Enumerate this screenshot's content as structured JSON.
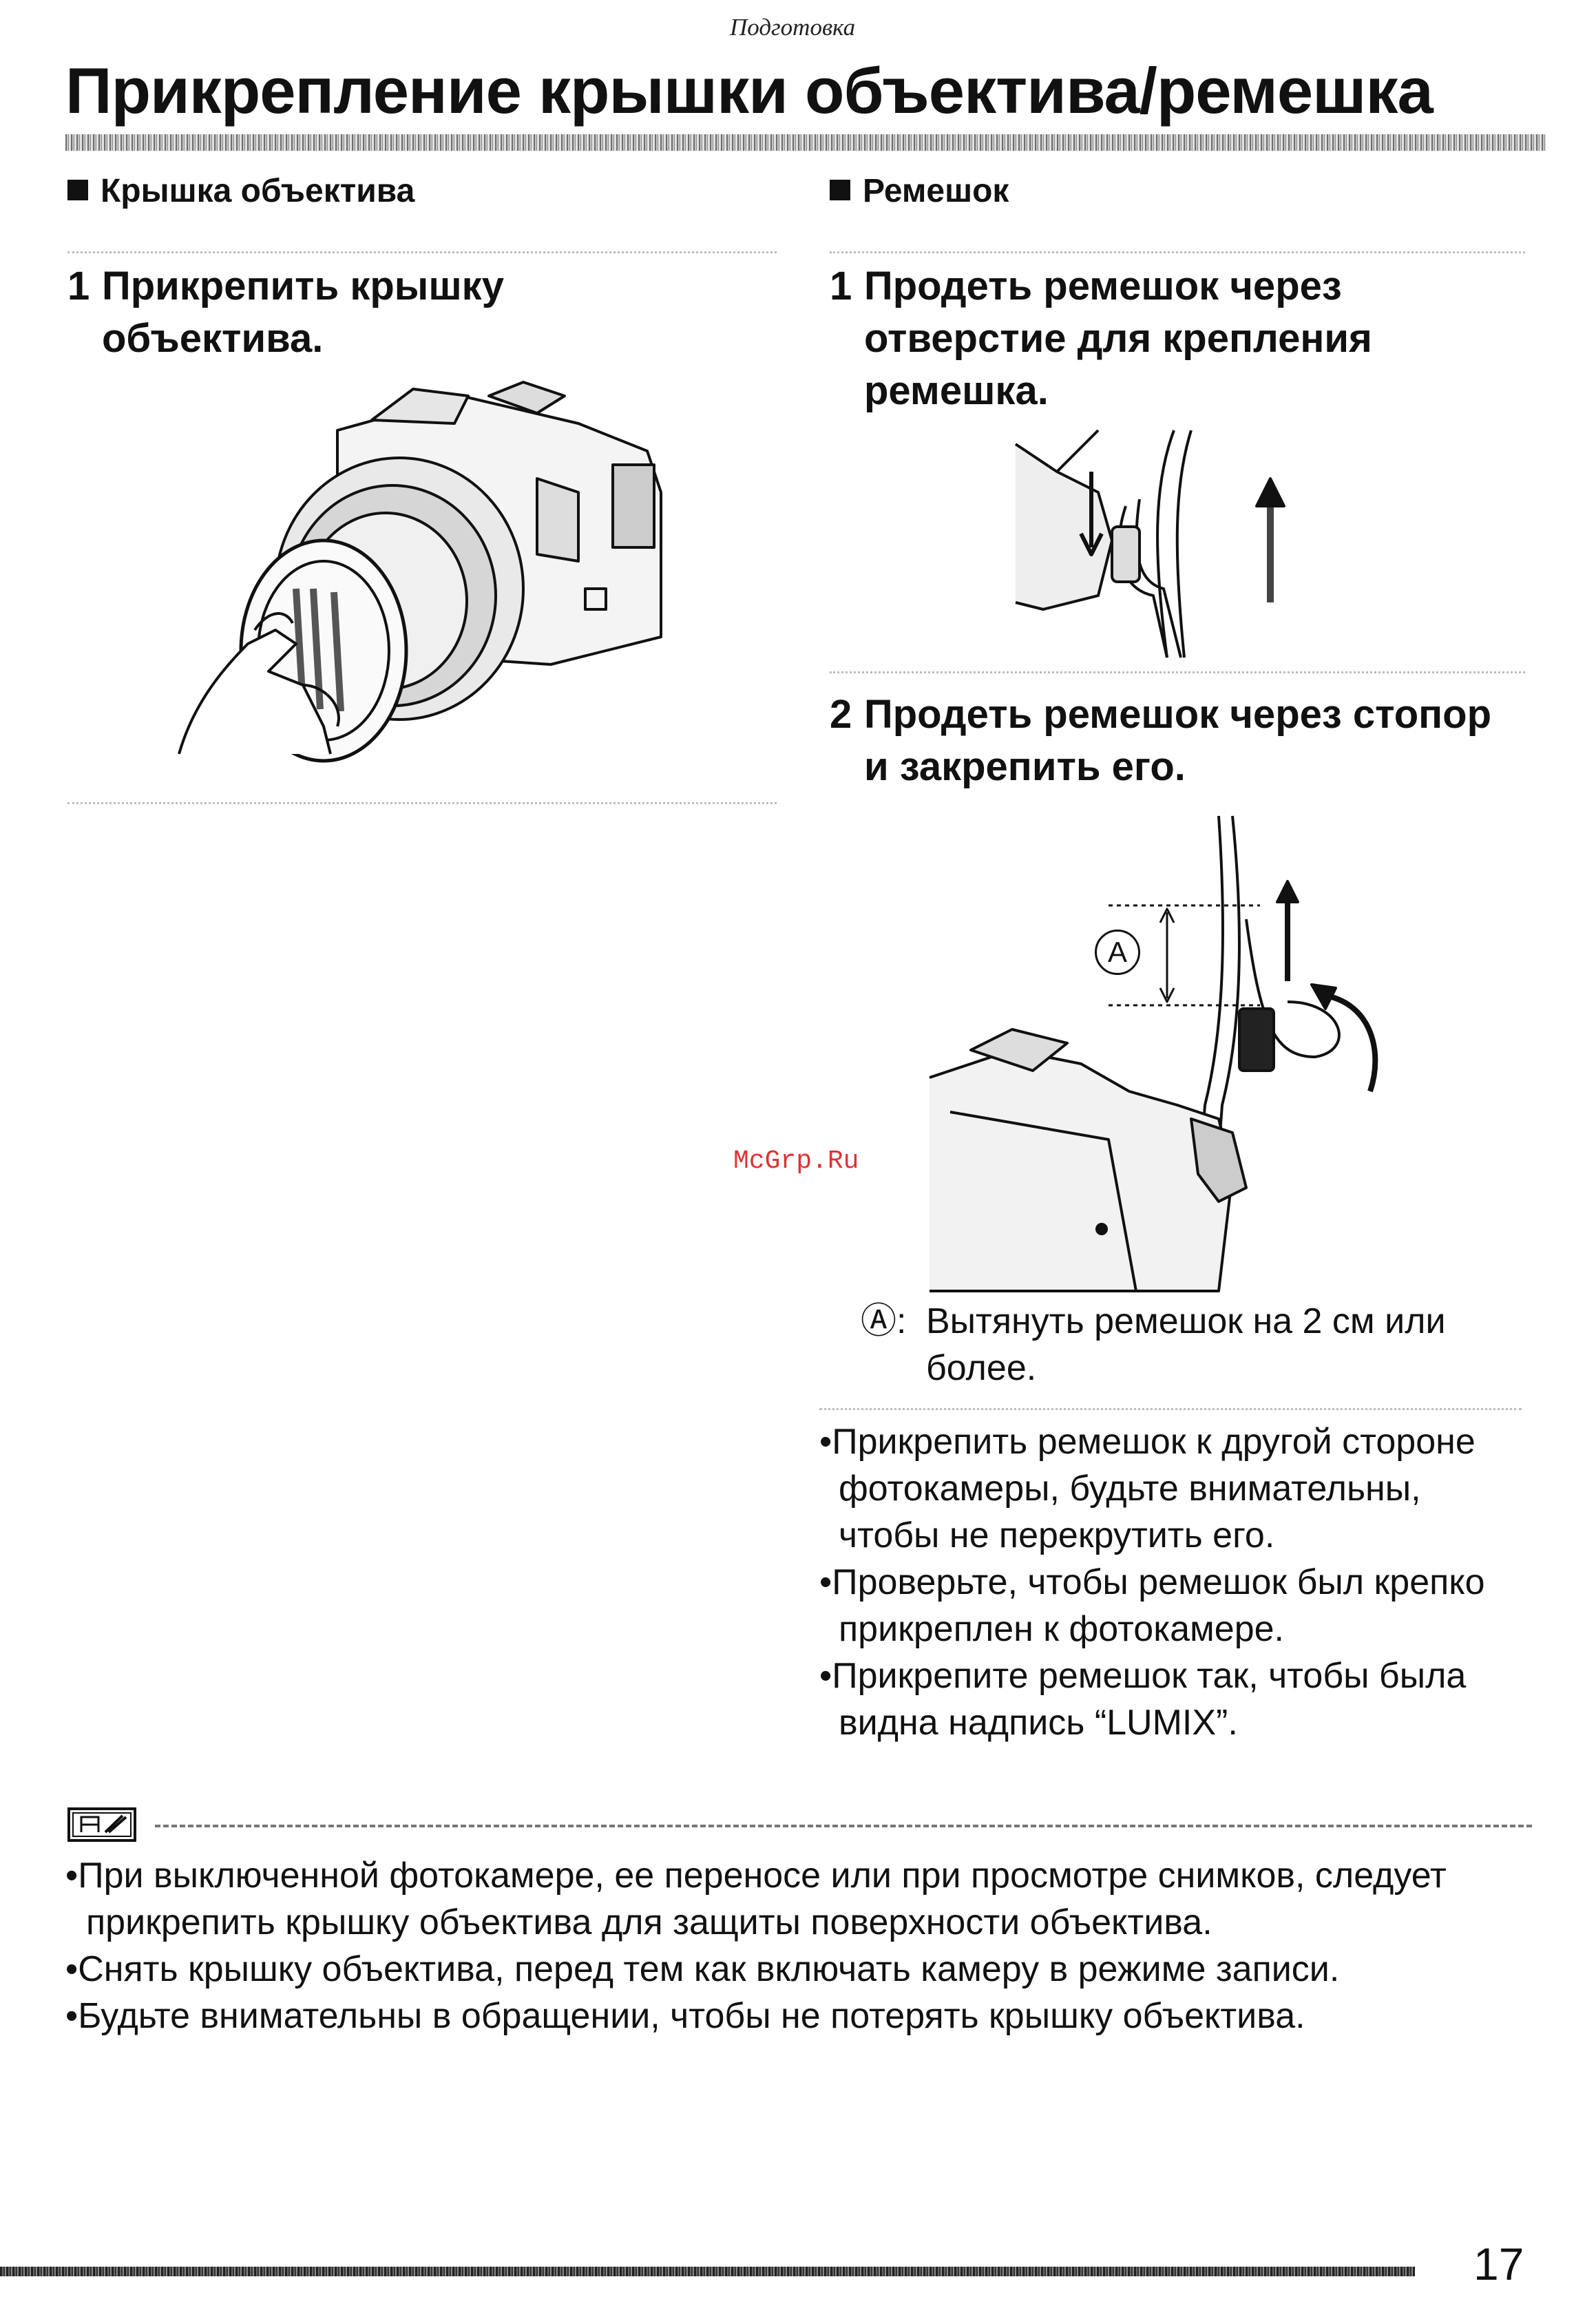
{
  "header": {
    "section": "Подготовка",
    "title": "Прикрепление крышки объектива/ремешка"
  },
  "left": {
    "heading": "Крышка объектива",
    "step1": {
      "num": "1",
      "lines": [
        "Прикрепить крышку",
        "объектива."
      ]
    }
  },
  "right": {
    "heading": "Ремешок",
    "step1": {
      "num": "1",
      "lines": [
        "Продеть ремешок через",
        "отверстие для крепления",
        "ремешка."
      ]
    },
    "step2": {
      "num": "2",
      "lines": [
        "Продеть ремешок через стопор",
        "и закрепить его."
      ]
    },
    "marker_label": "A",
    "caption": {
      "marker": "Ⓐ:",
      "lines": [
        "Вытянуть ремешок на 2 см или",
        "более."
      ]
    },
    "bullets": [
      [
        "•Прикрепить ремешок к другой стороне",
        "фотокамеры, будьте внимательны,",
        "чтобы не перекрутить его."
      ],
      [
        "•Проверьте, чтобы ремешок был крепко",
        "прикреплен к фотокамере."
      ],
      [
        "•Прикрепите ремешок так, чтобы была",
        "видна надпись “LUMIX”."
      ]
    ]
  },
  "watermark": "McGrp.Ru",
  "notes": {
    "icon": "note-icon",
    "bullets": [
      [
        "•При выключенной фотокамере, ее переносе или при просмотре снимков, следует",
        "прикрепить крышку объектива для защиты поверхности объектива."
      ],
      [
        "•Снять крышку объектива, перед тем как включать камеру в режиме записи."
      ],
      [
        "•Будьте внимательны в обращении, чтобы не потерять крышку объектива."
      ]
    ]
  },
  "page_number": "17"
}
